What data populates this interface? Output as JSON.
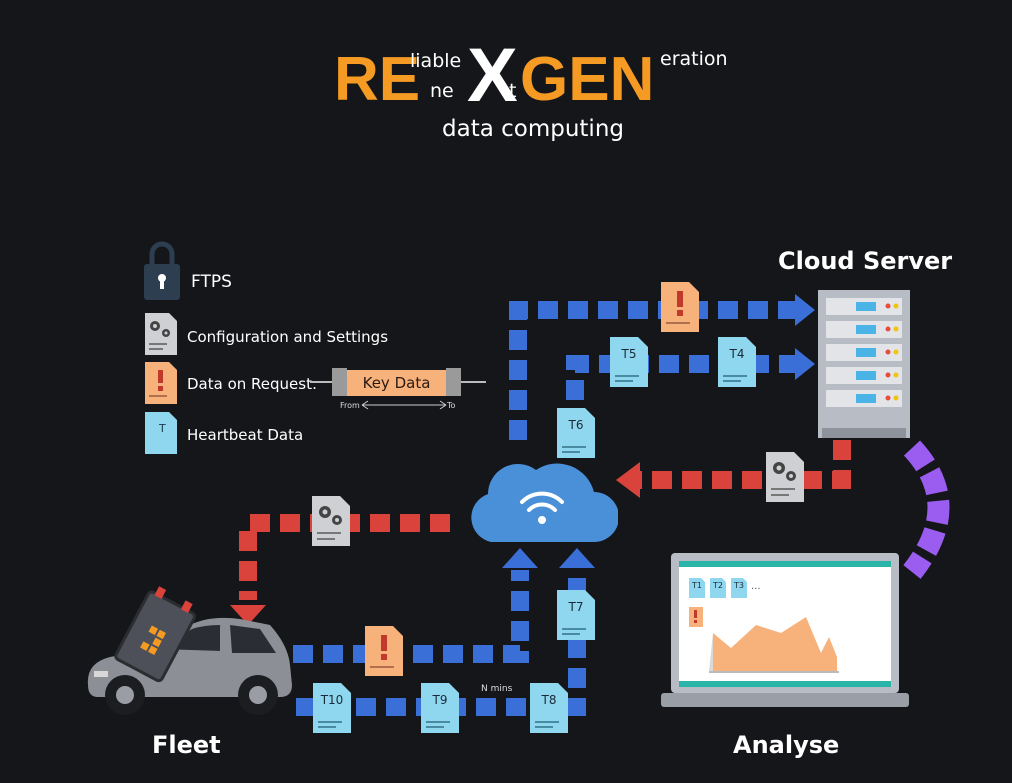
{
  "logo": {
    "re": "RE",
    "liable": "liable",
    "ne": "ne",
    "x": "X",
    "t": "t",
    "gen": "GEN",
    "eration": "eration",
    "subtitle": "data computing"
  },
  "legend": {
    "ftps": "FTPS",
    "config": "Configuration and Settings",
    "data_on_request": "Data on Request:",
    "key_data": "Key Data",
    "from": "From",
    "to": "To",
    "heartbeat": "Heartbeat Data",
    "doc_t": "T"
  },
  "nodes": {
    "cloud_server": "Cloud Server",
    "fleet": "Fleet",
    "analyse": "Analyse"
  },
  "packets": {
    "t4": "T4",
    "t5": "T5",
    "t6": "T6",
    "t7": "T7",
    "t8": "T8",
    "t9": "T9",
    "t10": "T10",
    "n_mins": "N mins"
  },
  "laptop": {
    "t1": "T1",
    "t2": "T2",
    "t3": "T3",
    "dots": "..."
  },
  "colors": {
    "orange": "#f59a23",
    "blue_path": "#3a6fd8",
    "red_path": "#d9433b",
    "purple_path": "#9b5cf0",
    "heartbeat_doc": "#8fd7ee",
    "request_doc": "#f7b27c",
    "config_doc": "#cfd0d3"
  }
}
